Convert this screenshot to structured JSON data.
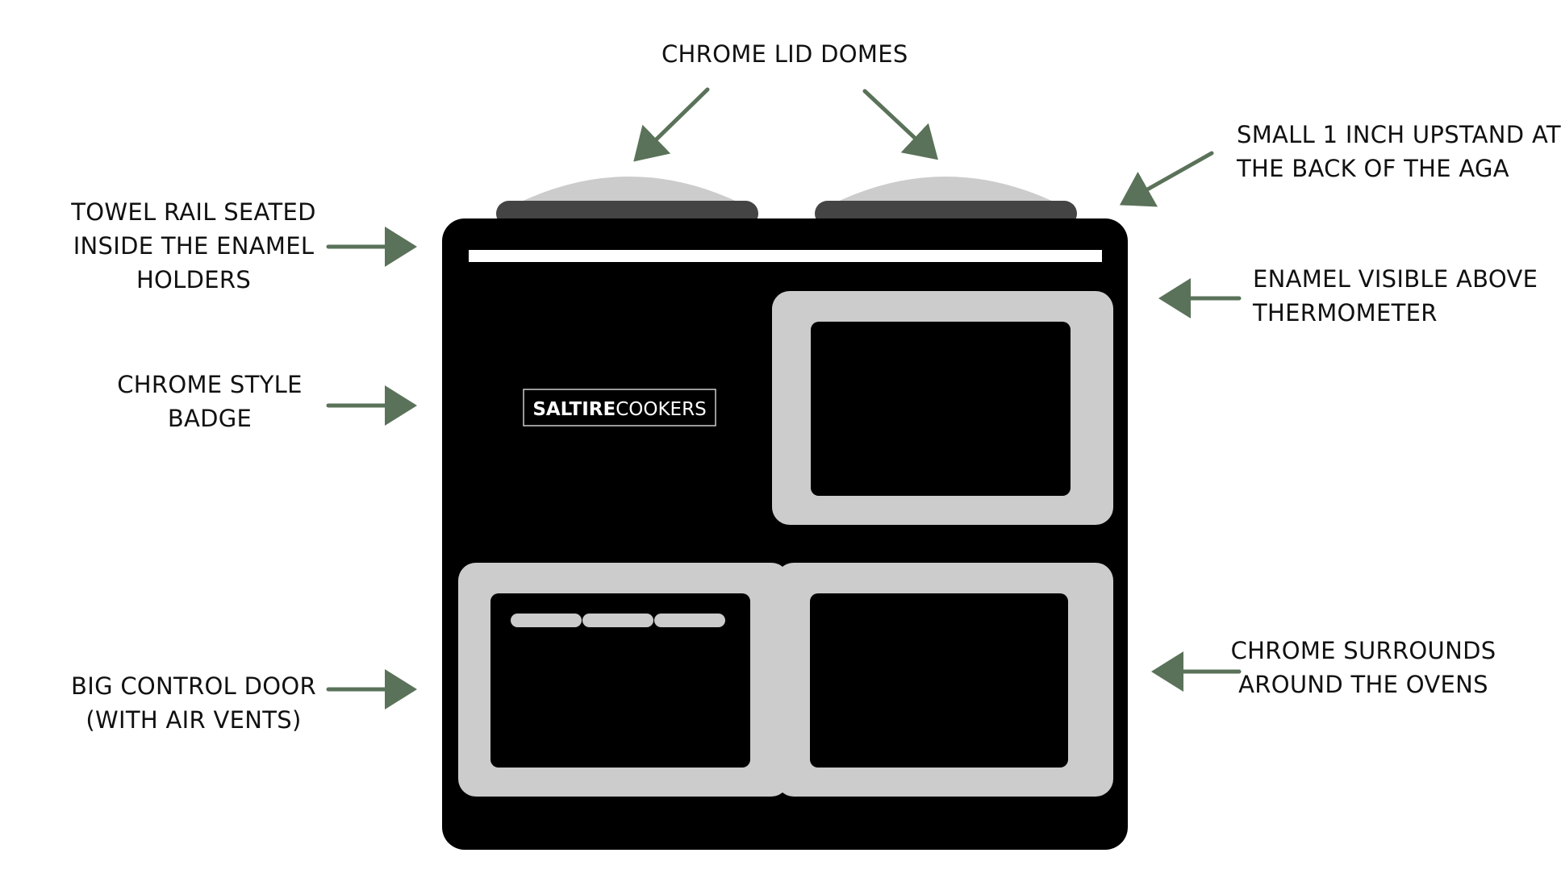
{
  "labels": {
    "chrome_lid_domes": [
      "CHROME LID DOMES"
    ],
    "small_upstand": [
      "SMALL 1 INCH UPSTAND AT",
      "THE BACK OF THE AGA"
    ],
    "towel_rail": [
      "TOWEL RAIL SEATED",
      "INSIDE THE ENAMEL",
      "HOLDERS"
    ],
    "enamel_visible": [
      "ENAMEL VISIBLE ABOVE",
      "THERMOMETER"
    ],
    "chrome_badge": [
      "CHROME STYLE",
      "BADGE"
    ],
    "control_door": [
      "BIG CONTROL DOOR",
      "(WITH AIR VENTS)"
    ],
    "chrome_surrounds": [
      "CHROME SURROUNDS",
      "AROUND THE OVENS"
    ]
  },
  "badge": {
    "bold": "SALTIRE",
    "light": "COOKERS"
  },
  "colors": {
    "arrow": "#5a7259",
    "cooker_body": "#000000",
    "chrome": "#cccccc",
    "lid_base": "#444444",
    "dome": "#cccccc",
    "towel_rail": "#ffffff",
    "text": "#111111"
  }
}
